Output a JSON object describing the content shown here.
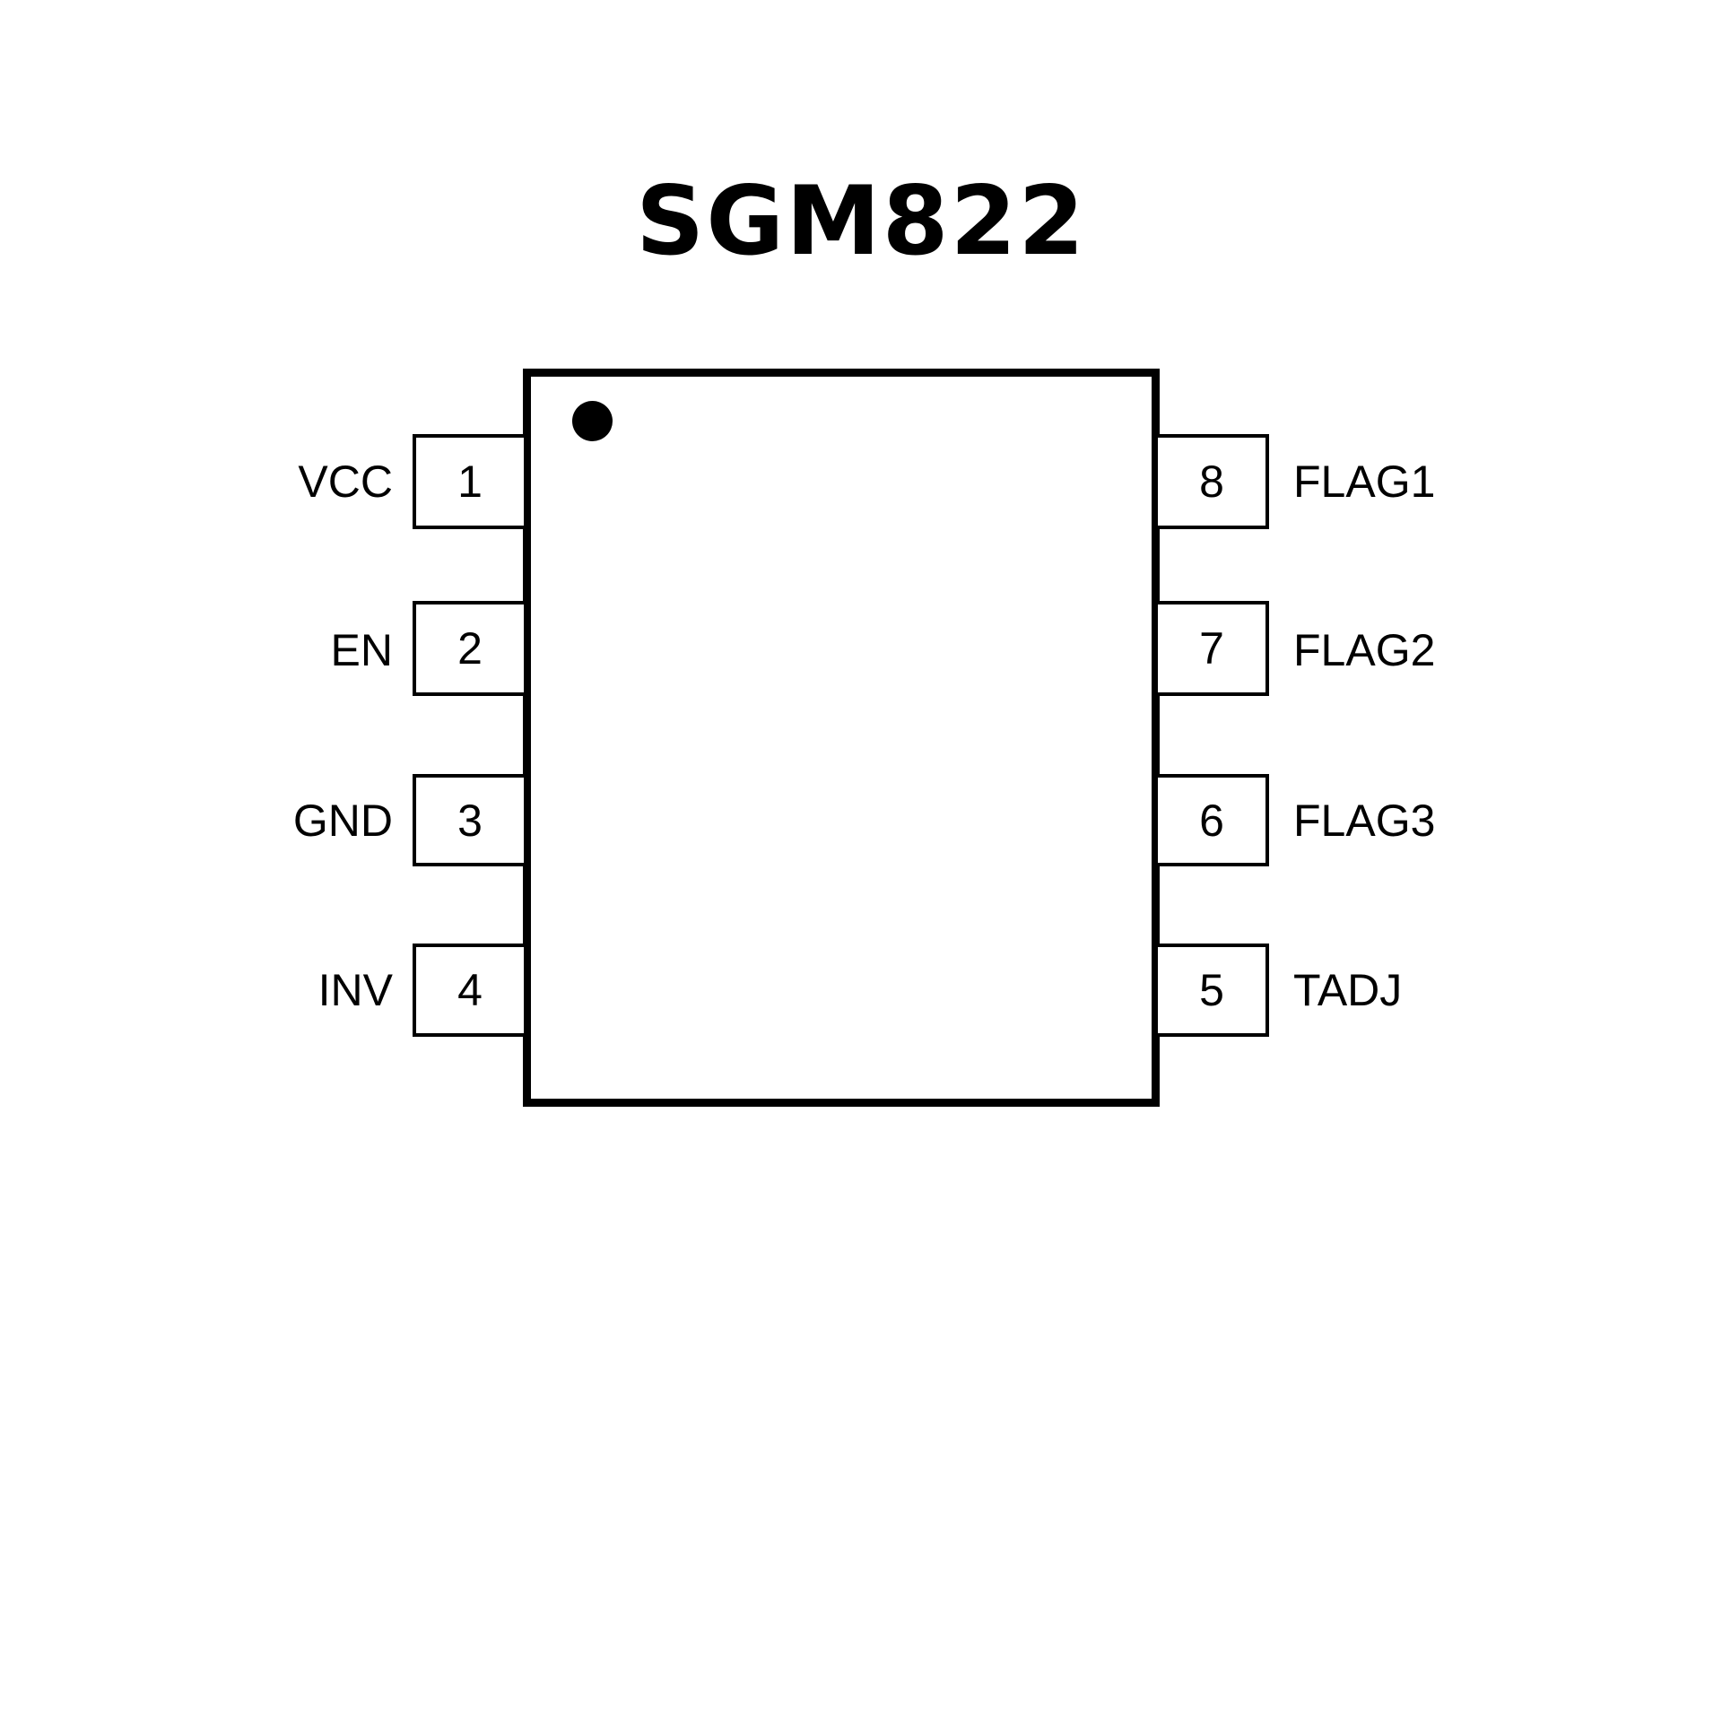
{
  "title": "SGM822",
  "pins": {
    "p1": {
      "number": "1",
      "name": "VCC"
    },
    "p2": {
      "number": "2",
      "name": "EN"
    },
    "p3": {
      "number": "3",
      "name": "GND"
    },
    "p4": {
      "number": "4",
      "name": "INV"
    },
    "p5": {
      "number": "5",
      "name": "TADJ"
    },
    "p6": {
      "number": "6",
      "name": "FLAG3"
    },
    "p7": {
      "number": "7",
      "name": "FLAG2"
    },
    "p8": {
      "number": "8",
      "name": "FLAG1"
    }
  }
}
